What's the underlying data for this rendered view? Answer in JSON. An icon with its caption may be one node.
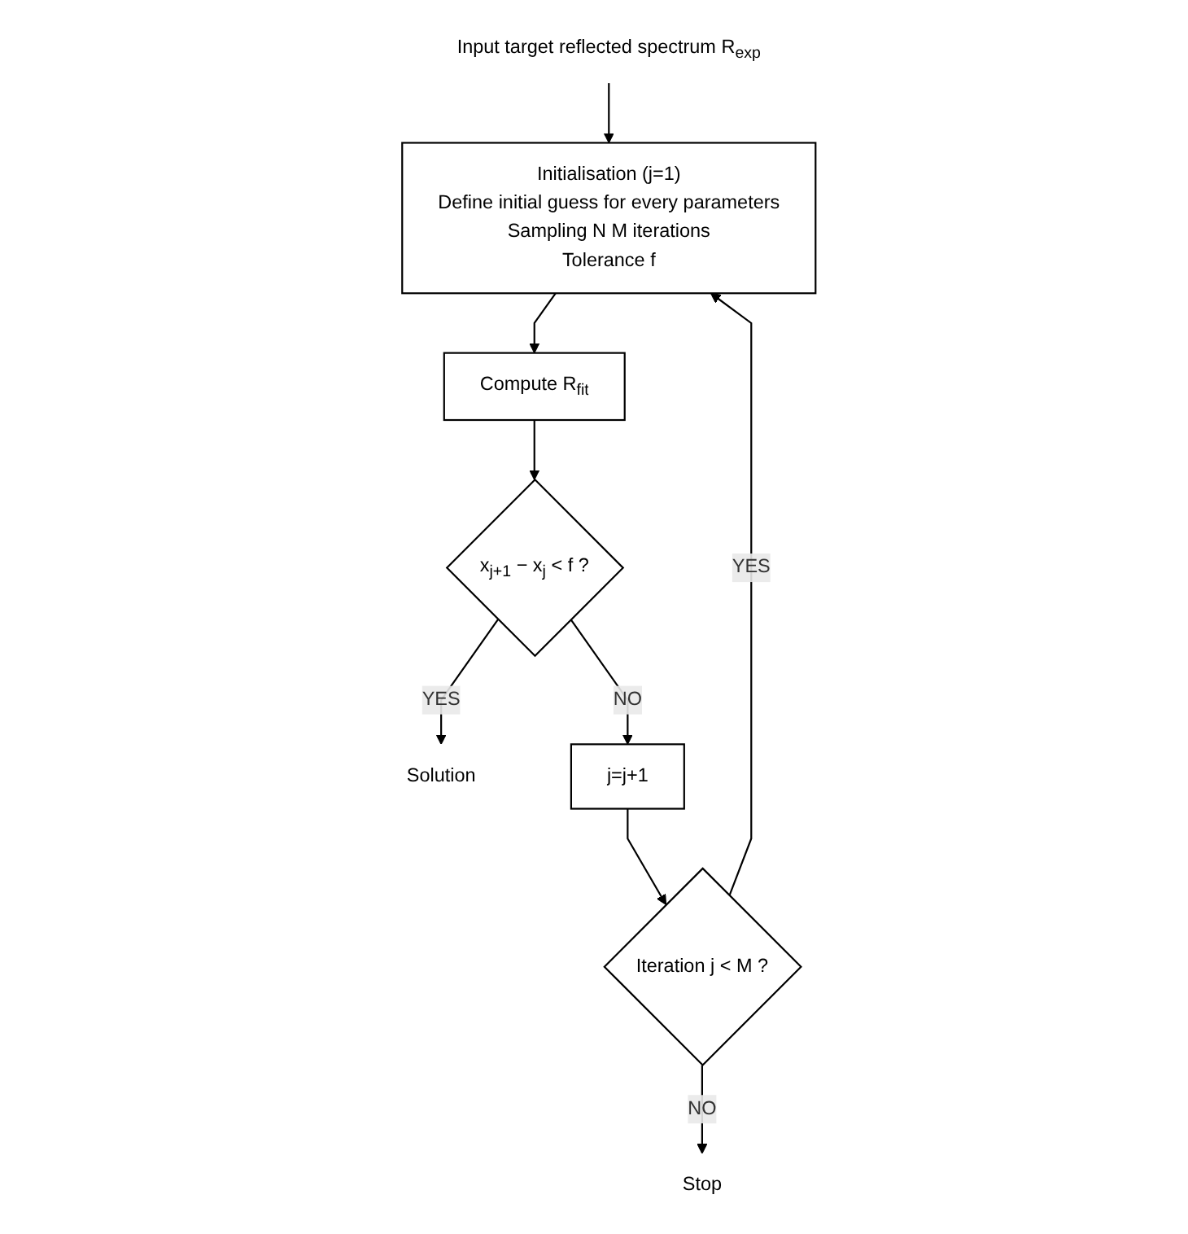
{
  "diagram": {
    "nodes": [
      {
        "text": [
          "Input target reflected spectrum R$_{exp}$"
        ]
      },
      {
        "text": [
          "Initialisation (j=1)",
          "Define initial guess for every parameters",
          "Sampling N M iterations",
          "Tolerance f"
        ]
      },
      {
        "text": [
          "Compute R$_{fit}$"
        ]
      },
      {
        "text": [
          "x$_{j+1}$ − x$_{j}$ < f ?"
        ]
      },
      {
        "text": [
          "Solution"
        ]
      },
      {
        "text": [
          "j=j+1"
        ]
      },
      {
        "text": [
          "Iteration j < M ?"
        ]
      },
      {
        "text": [
          "Stop"
        ]
      }
    ],
    "edges": [
      {
        "from": 0,
        "to": 1,
        "arrow": "to"
      },
      {
        "from": 1,
        "to": 2,
        "arrow": "to"
      },
      {
        "from": 2,
        "to": 3,
        "arrow": "to"
      },
      {
        "from": 3,
        "to": 4,
        "arrow": "to",
        "label": "YES"
      },
      {
        "from": 3,
        "to": 5,
        "arrow": "to",
        "label": "NO"
      },
      {
        "from": 5,
        "to": 6,
        "arrow": "to"
      },
      {
        "from": 6,
        "to": 7,
        "arrow": "to",
        "label": "NO"
      },
      {
        "from": 6,
        "to": 1,
        "arrow": "to",
        "label": "YES"
      }
    ]
  }
}
